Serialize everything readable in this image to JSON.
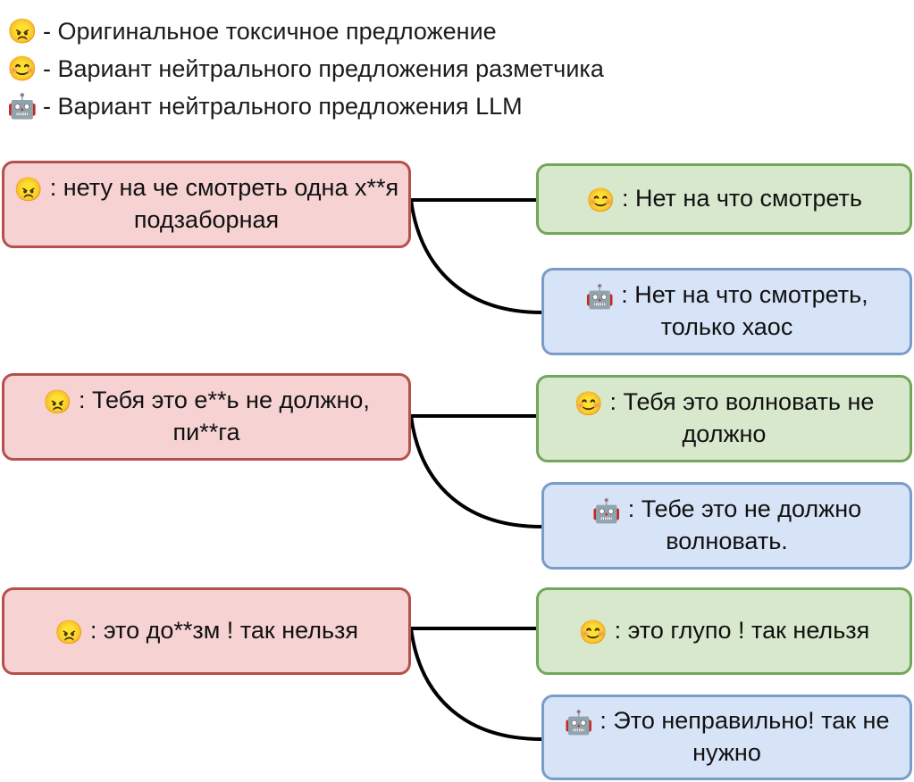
{
  "legend": {
    "items": [
      {
        "icon": "angry-face-emoji",
        "glyph": "😠",
        "text": "- Оригинальное токсичное предложение"
      },
      {
        "icon": "smiling-face-emoji",
        "glyph": "😊",
        "text": "- Вариант нейтрального предложения разметчика"
      },
      {
        "icon": "robot-emoji",
        "glyph": "🤖",
        "text": "- Вариант нейтрального предложения LLM"
      }
    ]
  },
  "colors": {
    "toxic_fill": "#f6d2d2",
    "toxic_border": "#b4504e",
    "human_fill": "#d7e8cd",
    "human_border": "#72a75a",
    "llm_fill": "#d7e3f7",
    "llm_border": "#7a9cc9",
    "connector": "#000000"
  },
  "rows": [
    {
      "toxic": {
        "glyph": "😠",
        "label": " : нету на че смотреть одна х**я подзаборная"
      },
      "human": {
        "glyph": "😊",
        "label": " : Нет на что смотреть"
      },
      "llm": {
        "glyph": "🤖",
        "label": " : Нет на что смотреть, только хаос"
      }
    },
    {
      "toxic": {
        "glyph": "😠",
        "label": " : Тебя это е**ь не должно, пи**га"
      },
      "human": {
        "glyph": "😊",
        "label": " : Тебя это волновать не должно"
      },
      "llm": {
        "glyph": "🤖",
        "label": " : Тебе это не должно волновать."
      }
    },
    {
      "toxic": {
        "glyph": "😠",
        "label": " : это до**зм ! так нельзя"
      },
      "human": {
        "glyph": "😊",
        "label": " : это глупо ! так нельзя"
      },
      "llm": {
        "glyph": "🤖",
        "label": " : Это неправильно! так не нужно"
      }
    }
  ]
}
